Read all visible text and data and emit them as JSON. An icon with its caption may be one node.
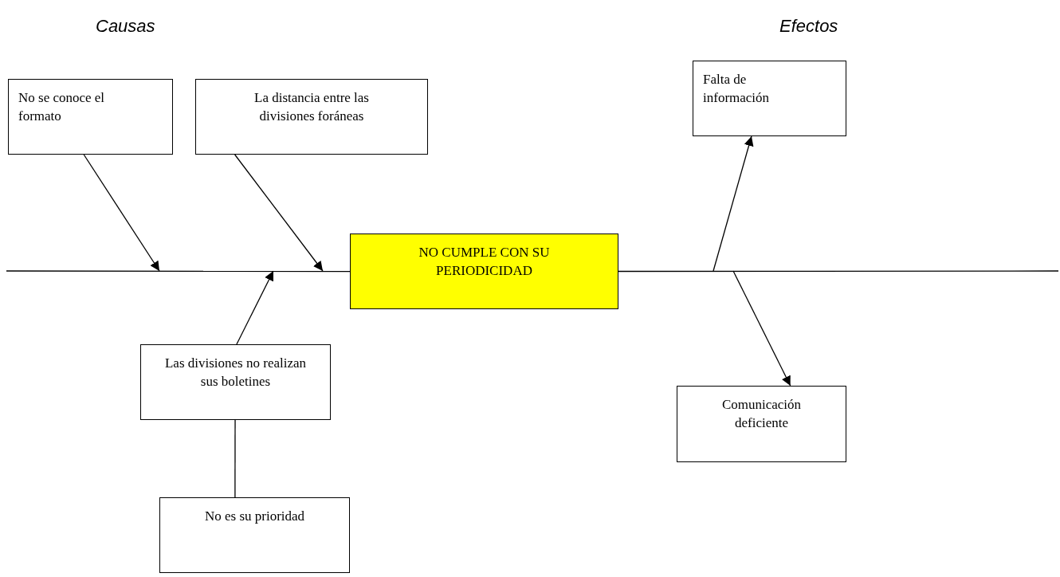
{
  "diagram": {
    "nodes": [
      {
        "text": [
          "No se conoce el formato"
        ]
      },
      {
        "text": [
          "La distancia entre las divisiones foráneas"
        ]
      },
      {
        "text": [
          "NO CUMPLE CON SU PERIODICIDAD"
        ]
      },
      {
        "text": [
          "Falta de información"
        ]
      },
      {
        "text": [
          "Las divisiones no realizan sus boletines"
        ]
      },
      {
        "text": [
          "Comunicación deficiente"
        ]
      },
      {
        "text": [
          "No es su prioridad"
        ]
      }
    ],
    "edges": [
      {
        "from": null,
        "to": 2,
        "arrow": "none"
      },
      {
        "from": 2,
        "to": null,
        "arrow": "none"
      },
      {
        "from": 0,
        "to": null,
        "arrow": "to"
      },
      {
        "from": 1,
        "to": null,
        "arrow": "to"
      },
      {
        "from": 4,
        "to": null,
        "arrow": "to"
      },
      {
        "from": 6,
        "to": 4,
        "arrow": "none"
      },
      {
        "from": null,
        "to": 3,
        "arrow": "to"
      },
      {
        "from": null,
        "to": 5,
        "arrow": "to"
      }
    ],
    "labels": [
      "Causas",
      "Efectos"
    ]
  }
}
